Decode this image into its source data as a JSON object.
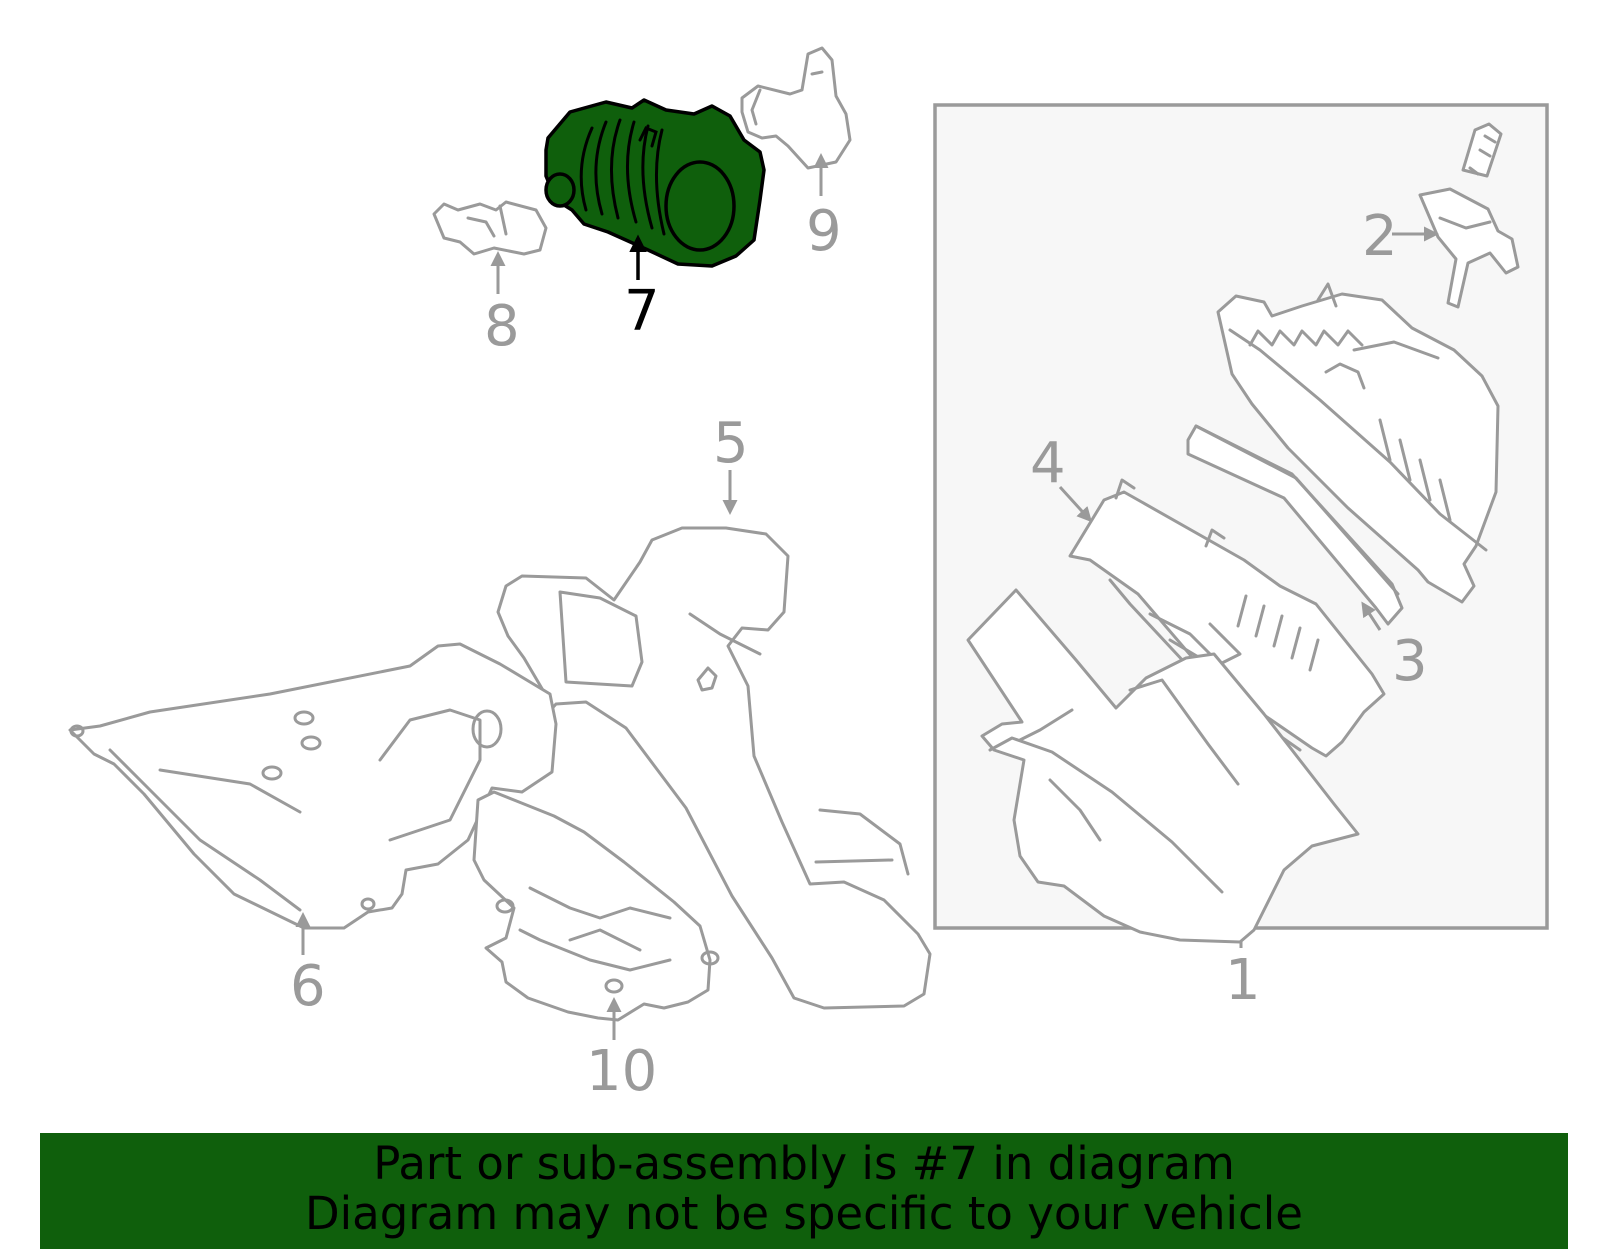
{
  "callouts": {
    "c1": "1",
    "c2": "2",
    "c3": "3",
    "c4": "4",
    "c5": "5",
    "c6": "6",
    "c7": "7",
    "c8": "8",
    "c9": "9",
    "c10": "10"
  },
  "highlighted_part": "7",
  "colors": {
    "highlight": "#0f5f0c",
    "line": "#9a9a9a",
    "box_fill": "#f7f7f7",
    "text_dark": "#000000"
  },
  "banner": {
    "line1": "Part or sub-assembly is #7 in diagram",
    "line2": "Diagram may not be specific to your vehicle"
  }
}
